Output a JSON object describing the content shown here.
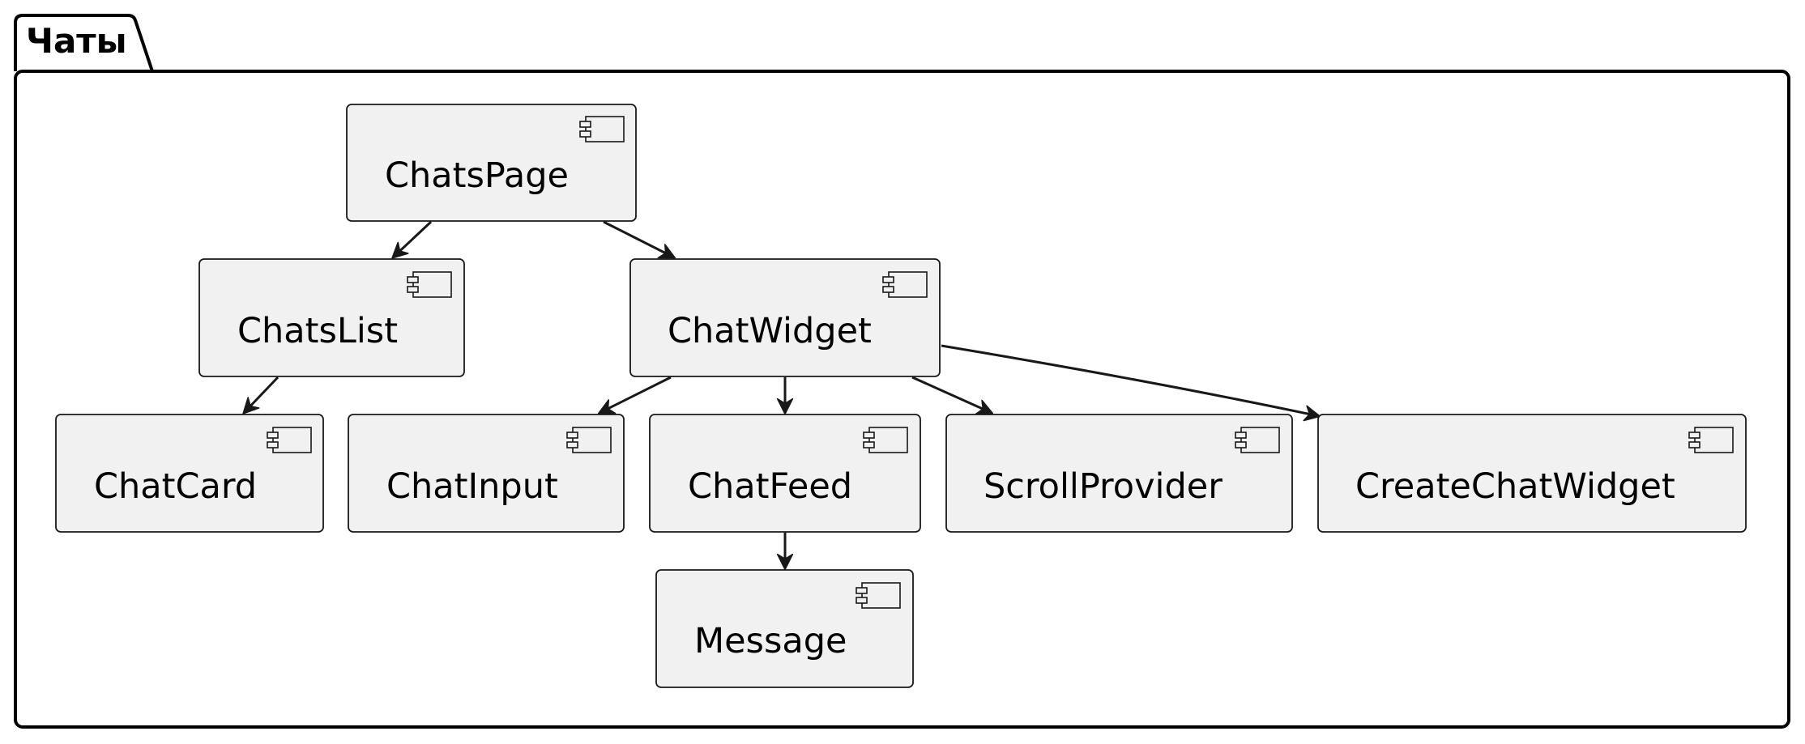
{
  "package": {
    "title": "Чаты"
  },
  "components": {
    "chats_page": "ChatsPage",
    "chats_list": "ChatsList",
    "chat_widget": "ChatWidget",
    "chat_card": "ChatCard",
    "chat_input": "ChatInput",
    "chat_feed": "ChatFeed",
    "scroll_provider": "ScrollProvider",
    "create_chat_widget": "CreateChatWidget",
    "message": "Message"
  },
  "edges": [
    {
      "from": "ChatsPage",
      "to": "ChatsList"
    },
    {
      "from": "ChatsPage",
      "to": "ChatWidget"
    },
    {
      "from": "ChatsList",
      "to": "ChatCard"
    },
    {
      "from": "ChatWidget",
      "to": "ChatInput"
    },
    {
      "from": "ChatWidget",
      "to": "ChatFeed"
    },
    {
      "from": "ChatWidget",
      "to": "ScrollProvider"
    },
    {
      "from": "ChatWidget",
      "to": "CreateChatWidget"
    },
    {
      "from": "ChatFeed",
      "to": "Message"
    }
  ],
  "colors": {
    "component_fill": "#f1f1f1",
    "stroke": "#181818",
    "background": "#ffffff"
  }
}
